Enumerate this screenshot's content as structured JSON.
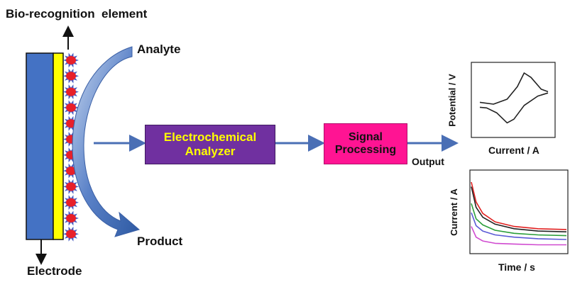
{
  "labels": {
    "bio_recognition": "Bio-recognition  element",
    "analyte": "Analyte",
    "product": "Product",
    "electrode": "Electrode",
    "output": "Output"
  },
  "analyzer_box": {
    "line1": "Electrochemical",
    "line2": "Analyzer",
    "fill": "#7030a0",
    "text_color": "#ffff00"
  },
  "signal_box": {
    "line1": "Signal",
    "line2": "Processing",
    "fill": "#ff1493",
    "text_color": "#111111"
  },
  "colors": {
    "electrode": "#4472c4",
    "membrane": "#ffff00",
    "bio_particle": "#e8202a",
    "bio_spike": "#4a5fc4",
    "arrow": "#4a6fb5"
  },
  "chart_data": [
    {
      "type": "line",
      "title": "",
      "xlabel": "Current / A",
      "ylabel": "Potential / V",
      "series": [
        {
          "values": [
            [
              0,
              0.45
            ],
            [
              0.2,
              0.42
            ],
            [
              0.4,
              0.5
            ],
            [
              0.55,
              0.7
            ],
            [
              0.65,
              0.92
            ],
            [
              0.75,
              0.85
            ],
            [
              0.9,
              0.66
            ],
            [
              1.0,
              0.62
            ]
          ]
        },
        {
          "values": [
            [
              1.0,
              0.6
            ],
            [
              0.85,
              0.55
            ],
            [
              0.65,
              0.4
            ],
            [
              0.5,
              0.18
            ],
            [
              0.4,
              0.12
            ],
            [
              0.25,
              0.28
            ],
            [
              0.1,
              0.36
            ],
            [
              0,
              0.37
            ]
          ]
        }
      ]
    },
    {
      "type": "line",
      "title": "",
      "xlabel": "Time / s",
      "ylabel": "Current / A",
      "series": [
        {
          "values": [
            [
              0,
              0.88
            ],
            [
              0.05,
              0.62
            ],
            [
              0.12,
              0.47
            ],
            [
              0.25,
              0.36
            ],
            [
              0.45,
              0.3
            ],
            [
              0.7,
              0.27
            ],
            [
              1.0,
              0.26
            ]
          ]
        },
        {
          "values": [
            [
              0,
              0.82
            ],
            [
              0.05,
              0.55
            ],
            [
              0.12,
              0.42
            ],
            [
              0.25,
              0.33
            ],
            [
              0.45,
              0.27
            ],
            [
              0.7,
              0.24
            ],
            [
              1.0,
              0.23
            ]
          ]
        },
        {
          "values": [
            [
              0,
              0.6
            ],
            [
              0.05,
              0.4
            ],
            [
              0.12,
              0.32
            ],
            [
              0.25,
              0.25
            ],
            [
              0.45,
              0.21
            ],
            [
              0.7,
              0.19
            ],
            [
              1.0,
              0.18
            ]
          ]
        },
        {
          "values": [
            [
              0,
              0.48
            ],
            [
              0.05,
              0.31
            ],
            [
              0.12,
              0.24
            ],
            [
              0.25,
              0.19
            ],
            [
              0.45,
              0.16
            ],
            [
              0.7,
              0.14
            ],
            [
              1.0,
              0.13
            ]
          ]
        },
        {
          "values": [
            [
              0,
              0.3
            ],
            [
              0.05,
              0.16
            ],
            [
              0.12,
              0.11
            ],
            [
              0.25,
              0.08
            ],
            [
              0.45,
              0.07
            ],
            [
              0.7,
              0.06
            ],
            [
              1.0,
              0.06
            ]
          ]
        }
      ],
      "series_colors": [
        "#e02020",
        "#222222",
        "#2a9d3a",
        "#5a5ad6",
        "#d04ad0"
      ]
    }
  ]
}
